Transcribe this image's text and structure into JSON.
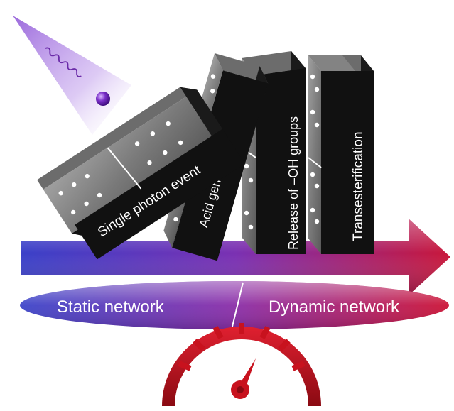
{
  "dominoes": {
    "d1": {
      "label": "Single photon event"
    },
    "d2": {
      "label": "Acid generation"
    },
    "d3": {
      "label": "Release of –OH groups"
    },
    "d4": {
      "label": "Transesterification"
    }
  },
  "network": {
    "left_label": "Static network",
    "right_label": "Dynamic network"
  },
  "colors": {
    "arrow_start": "#3b3fc6",
    "arrow_mid": "#7a2fb0",
    "arrow_end": "#c8173a",
    "domino_face": "#8a8a8a",
    "domino_dark": "#151515",
    "photon_glow": "#9a5fe0",
    "gauge_red": "#c8121e"
  }
}
